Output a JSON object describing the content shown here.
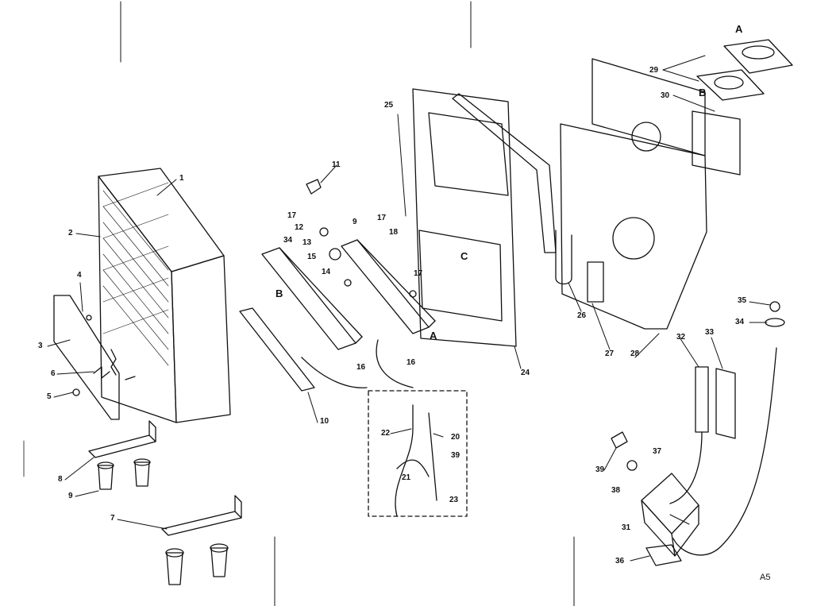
{
  "diagram": {
    "figure_tag": "A5",
    "part_numbers": [
      "1",
      "2",
      "3",
      "4",
      "6",
      "5",
      "8",
      "9",
      "7",
      "11",
      "17",
      "12",
      "13",
      "15",
      "14",
      "34",
      "B",
      "17",
      "9",
      "18",
      "17",
      "25",
      "C",
      "16",
      "16",
      "A",
      "10",
      "22",
      "21",
      "20",
      "39",
      "23",
      "24",
      "26",
      "27",
      "28",
      "29",
      "A",
      "B",
      "30",
      "35",
      "34",
      "32",
      "33",
      "39",
      "38",
      "37",
      "31",
      "36"
    ],
    "colors": {
      "ink": "#111111",
      "paper": "#ffffff"
    }
  }
}
